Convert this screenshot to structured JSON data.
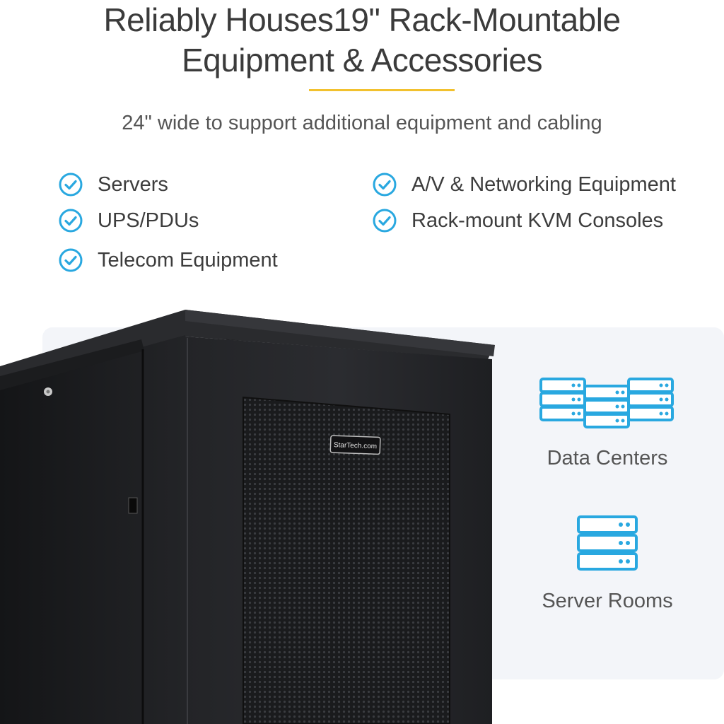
{
  "headline": {
    "line1": "Reliably Houses19\" Rack-Mountable",
    "line2": "Equipment & Accessories"
  },
  "subheading": "24\" wide to support additional equipment and cabling",
  "features": {
    "left": [
      {
        "label": "Servers",
        "icon": "check-circle-icon"
      },
      {
        "label": "UPS/PDUs",
        "icon": "check-circle-icon"
      },
      {
        "label": "Telecom Equipment",
        "icon": "check-circle-icon"
      }
    ],
    "right": [
      {
        "label": "A/V & Networking Equipment",
        "icon": "check-circle-icon"
      },
      {
        "label": "Rack-mount KVM Consoles",
        "icon": "check-circle-icon"
      }
    ]
  },
  "product": {
    "brand": "StarTech.com"
  },
  "use_cases": [
    {
      "label": "Data Centers",
      "icon": "server-stacks-icon"
    },
    {
      "label": "Server Rooms",
      "icon": "server-stack-icon"
    }
  ],
  "colors": {
    "accent_yellow": "#f2c12e",
    "icon_blue": "#29a8e0",
    "panel_bg": "#f3f5f9",
    "cabinet_black": "#1c1d1f"
  }
}
